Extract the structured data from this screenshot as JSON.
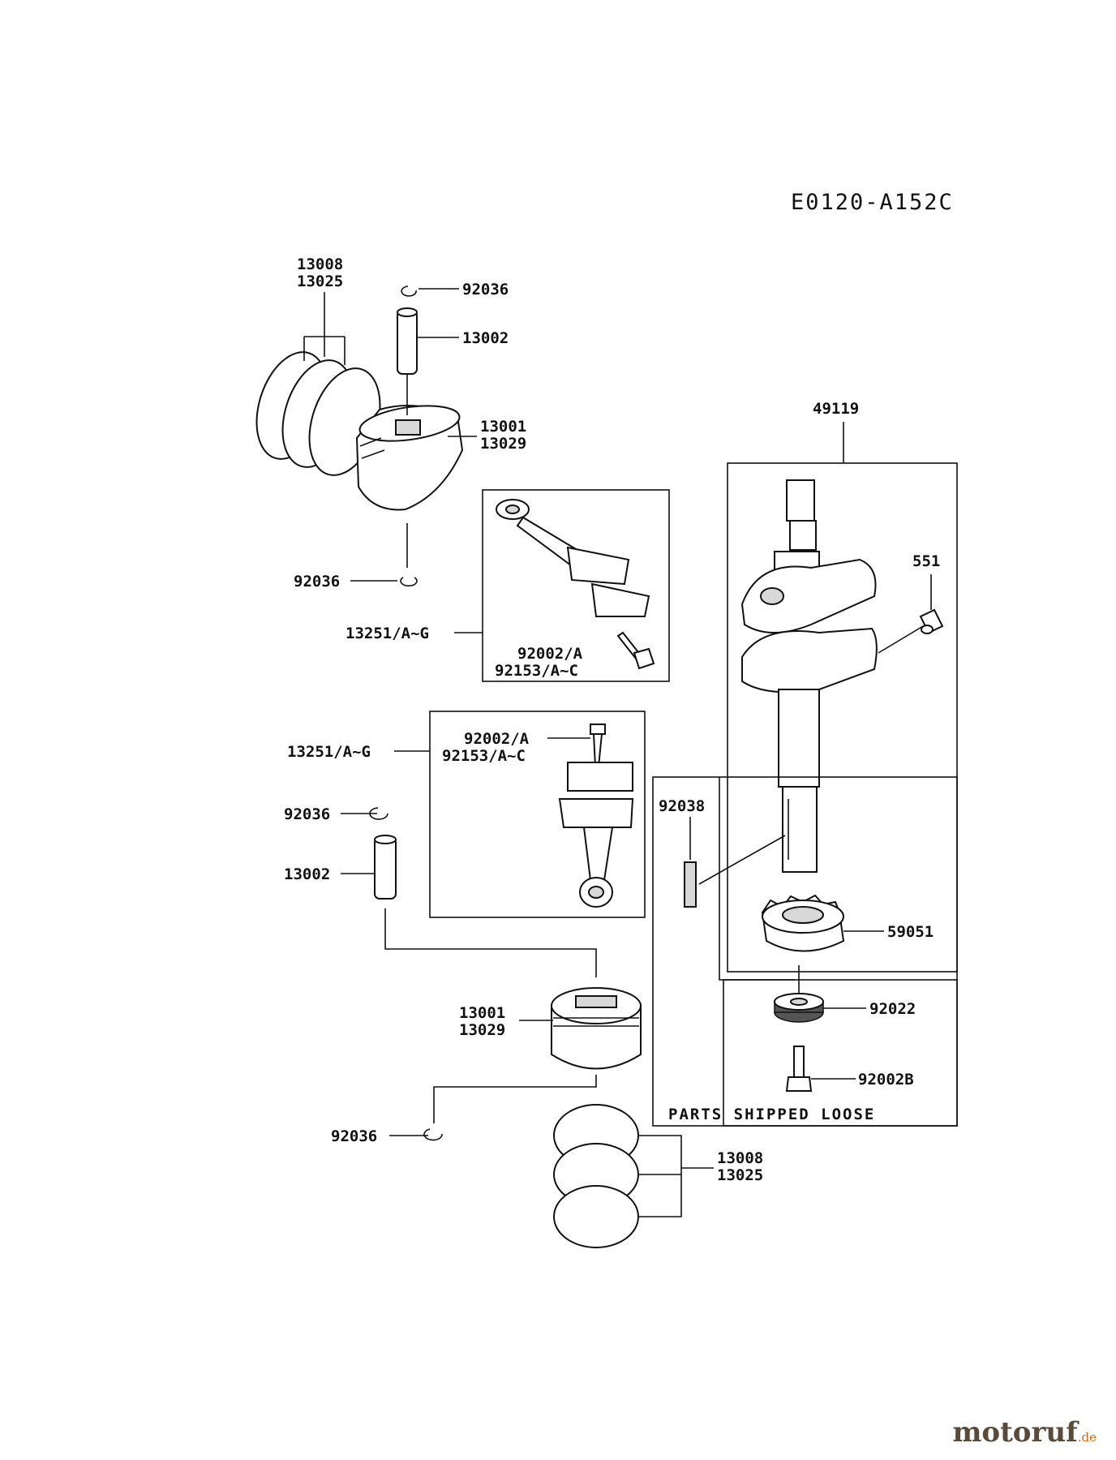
{
  "diagram_code": "E0120-A152C",
  "labels": {
    "rings_top": [
      "13008",
      "13025"
    ],
    "clip_top_1": "92036",
    "pin_top": "13002",
    "piston_top": [
      "13001",
      "13029"
    ],
    "clip_top_2": "92036",
    "conrod_top": "13251/A~G",
    "bolt_top": [
      "92002/A",
      "92153/A~C"
    ],
    "crankshaft": "49119",
    "pin_551": "551",
    "conrod_bottom": "13251/A~G",
    "bolt_bottom": [
      "92002/A",
      "92153/A~C"
    ],
    "clip_bottom_1": "92036",
    "pin_bottom": "13002",
    "key": "92038",
    "gear": "59051",
    "spacer": "92022",
    "bolt_loose": "92002B",
    "piston_bottom": [
      "13001",
      "13029"
    ],
    "clip_bottom_2": "92036",
    "rings_bottom": [
      "13008",
      "13025"
    ]
  },
  "parts_shipped_loose": "PARTS SHIPPED LOOSE",
  "logo": {
    "name": "motoruf",
    "suffix": ".de"
  }
}
